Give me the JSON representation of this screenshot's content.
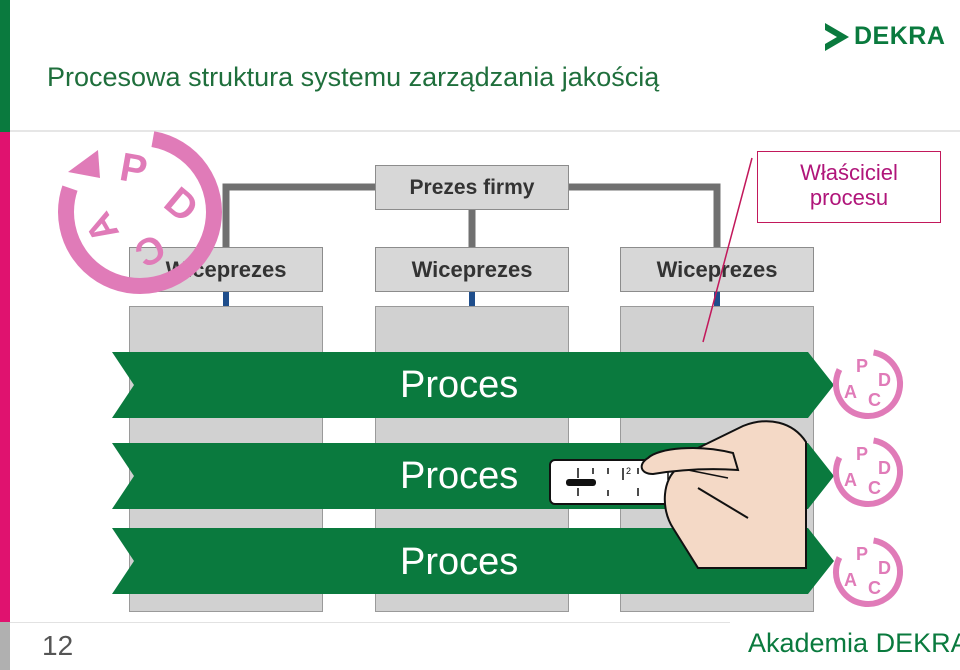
{
  "header": {
    "title": "Procesowa struktura systemu zarządzania jakością",
    "logo_text": "DEKRA"
  },
  "org_chart": {
    "president": "Prezes firmy",
    "vice_presidents": [
      "Wiceprezes",
      "Wiceprezes",
      "Wiceprezes"
    ],
    "owner_label_line1": "Właściciel",
    "owner_label_line2": "procesu"
  },
  "processes": [
    "Proces",
    "Proces",
    "Proces"
  ],
  "pdca": {
    "p": "P",
    "d": "D",
    "c": "C",
    "a": "A"
  },
  "footer": {
    "page_number": "12",
    "brand": "Akademia DEKRA"
  },
  "colors": {
    "dekra_green": "#0a7a3e",
    "accent_pink": "#e0126f",
    "pdca_pink": "#e07bb8",
    "box_gray": "#d7d7d7"
  },
  "icons": {
    "pdca_cycle": "pdca-cycle-icon",
    "measuring_tape": "hand-with-measuring-tape-icon",
    "logo": "dekra-logo-icon"
  }
}
